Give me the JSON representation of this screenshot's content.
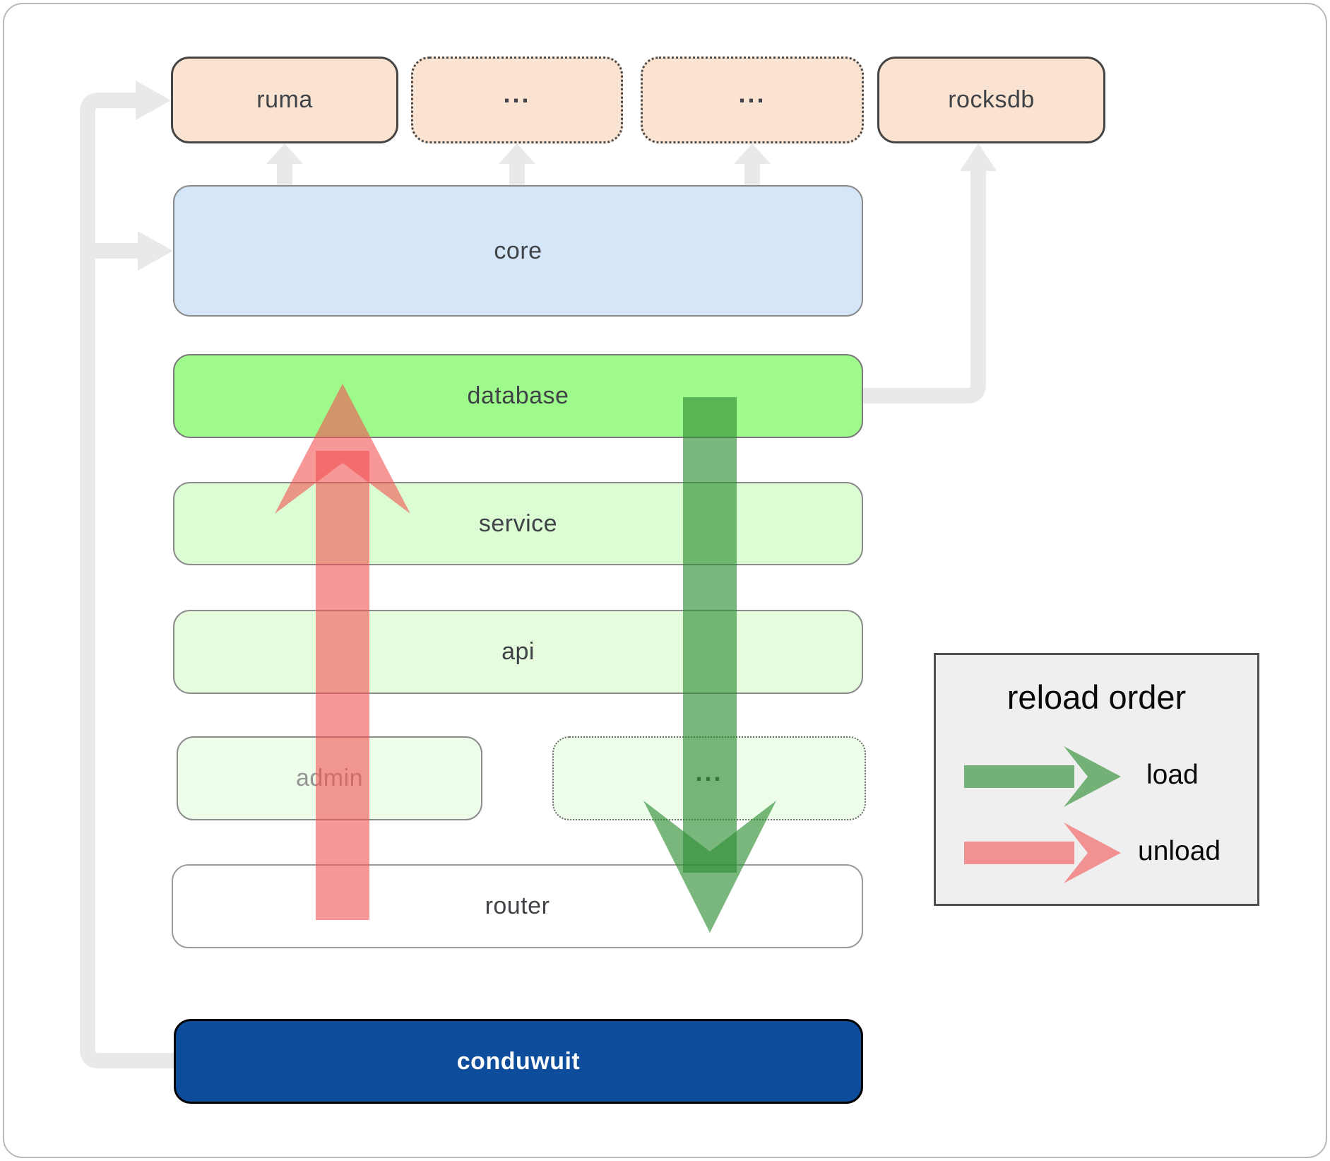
{
  "boxes": {
    "ruma": {
      "label": "ruma"
    },
    "ellipsis1": {
      "label": "..."
    },
    "ellipsis2": {
      "label": "..."
    },
    "rocksdb": {
      "label": "rocksdb"
    },
    "core": {
      "label": "core"
    },
    "database": {
      "label": "database"
    },
    "service": {
      "label": "service"
    },
    "api": {
      "label": "api"
    },
    "admin": {
      "label": "admin"
    },
    "admin_ellipsis": {
      "label": "..."
    },
    "router": {
      "label": "router"
    },
    "conduwuit": {
      "label": "conduwuit"
    }
  },
  "legend": {
    "title": "reload order",
    "load_label": "load",
    "unload_label": "unload"
  },
  "colors": {
    "peach": "#fbe3d1",
    "core_blue": "#d5e6f8",
    "database_green": "#9efa8a",
    "service_green": "#dcfcd3",
    "api_green": "#e5fcdd",
    "admin_green": "#eefdea",
    "router_white": "#ffffff",
    "conduwuit_blue": "#0d4d9b",
    "label": "#3f4347",
    "admin_label": "#949494",
    "connector_gray": "#e9e9e9",
    "legend_bg": "#efefef",
    "load_green": "#2f8f33",
    "unload_red": "#f25252"
  }
}
